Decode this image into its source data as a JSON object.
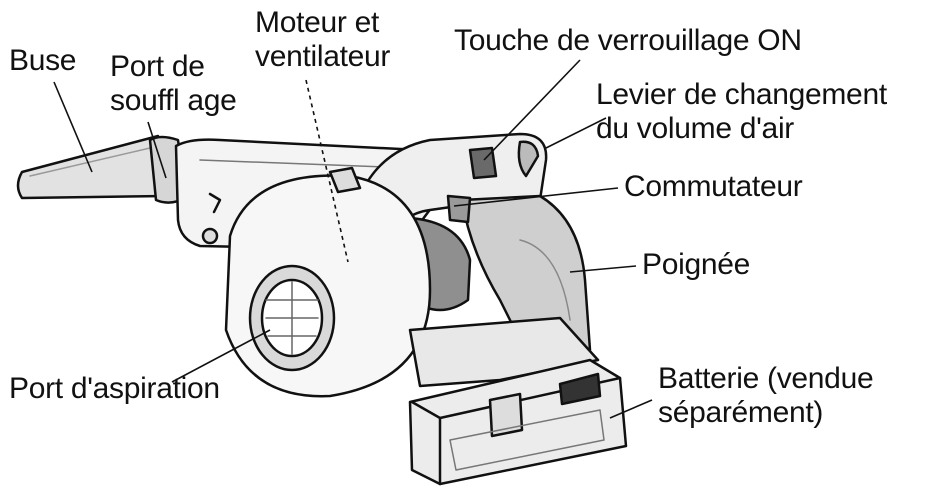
{
  "labels": {
    "nozzle": "Buse",
    "blow_port": [
      "Port de",
      "souffl age"
    ],
    "motor_fan": [
      "Moteur et",
      "ventilateur"
    ],
    "lock_button": "Touche de verrouillage ON",
    "air_lever": [
      "Levier de changement",
      "du volume d'air"
    ],
    "switch": "Commutateur",
    "handle": "Poignée",
    "intake_port": "Port d'aspiration",
    "battery": [
      "Batterie (vendue",
      "séparément)"
    ]
  },
  "colors": {
    "ink": "#111111",
    "body_fill": "#ffffff",
    "shade_light": "#e6e6e6",
    "shade_mid": "#bdbdbd",
    "shade_dark": "#5a5a5a"
  },
  "icons": {
    "blower": "cordless-blower-illustration"
  }
}
